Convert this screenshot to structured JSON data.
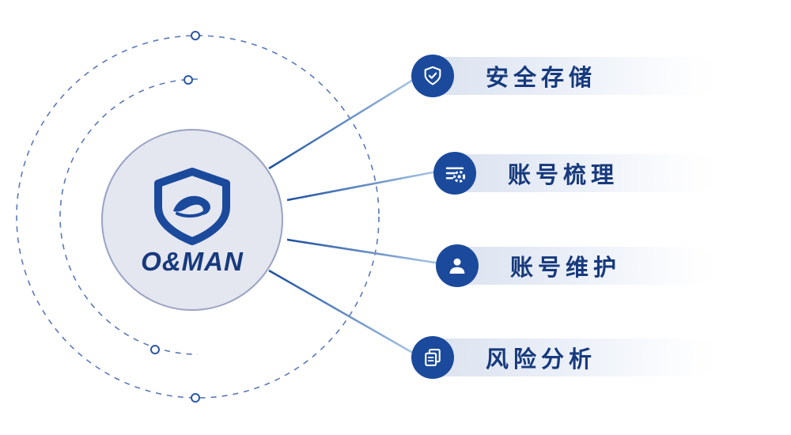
{
  "brand": {
    "name": "O&MAN",
    "logo": "shield-wave-logo"
  },
  "features": [
    {
      "label": "安全存储",
      "icon": "shield-check-icon"
    },
    {
      "label": "账号梳理",
      "icon": "list-gear-icon"
    },
    {
      "label": "账号维护",
      "icon": "user-icon"
    },
    {
      "label": "风险分析",
      "icon": "documents-icon"
    }
  ],
  "colors": {
    "primary": "#1b4a9c",
    "text": "#173a7d",
    "circle_fill": "#e4e6f0",
    "circle_border": "#9aa3c2",
    "pill_gradient_start": "#d9e0ee",
    "dashed_line": "#5b79b8",
    "connector_start": "#1d4f9e",
    "connector_end": "#aac7e5"
  }
}
